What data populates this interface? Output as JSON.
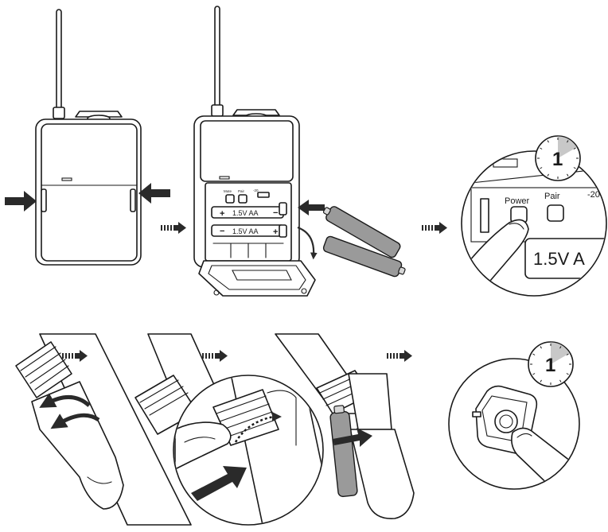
{
  "labels": {
    "battery_top": "1.5V AA",
    "battery_bottom": "1.5V AA",
    "battery_zoom": "1.5V A",
    "button_power": "Power",
    "button_pair": "Pair",
    "level": "-20",
    "small_mute": "Mute",
    "small_pair": "Pair",
    "small_level": "-20",
    "plus": "+",
    "minus": "−"
  },
  "clocks": {
    "top": {
      "value": "1"
    },
    "bottom": {
      "value": "1"
    }
  },
  "colors": {
    "line": "#1a1a1a",
    "arrow": "#2a2a2a",
    "clock_wedge": "#c8c8c8",
    "battery": "#9a9a9a"
  }
}
